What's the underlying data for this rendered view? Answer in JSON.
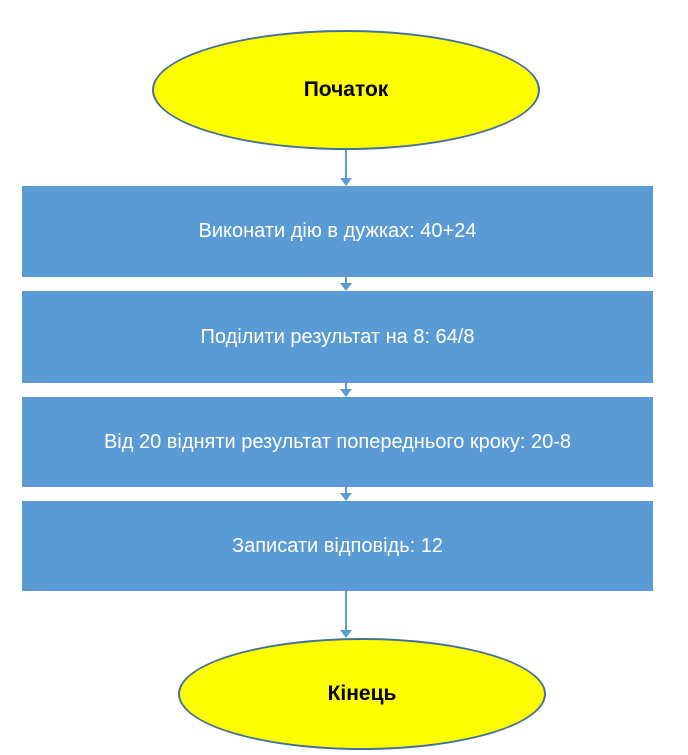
{
  "flowchart": {
    "title": "Order of operations flowchart",
    "start": {
      "label": "Початок"
    },
    "steps": [
      {
        "label": "Виконати дію в дужках: 40+24"
      },
      {
        "label": "Поділити результат на 8: 64/8"
      },
      {
        "label": "Від 20 відняти результат попереднього кроку: 20-8"
      },
      {
        "label": "Записати відповідь: 12"
      }
    ],
    "end": {
      "label": "Кінець"
    },
    "colors": {
      "node_fill": "#5B9BD5",
      "terminal_fill": "#FFFF00",
      "terminal_border": "#41719C",
      "arrow": "#5B9BD5",
      "step_text": "#FFFFFF",
      "terminal_text": "#000000"
    }
  }
}
